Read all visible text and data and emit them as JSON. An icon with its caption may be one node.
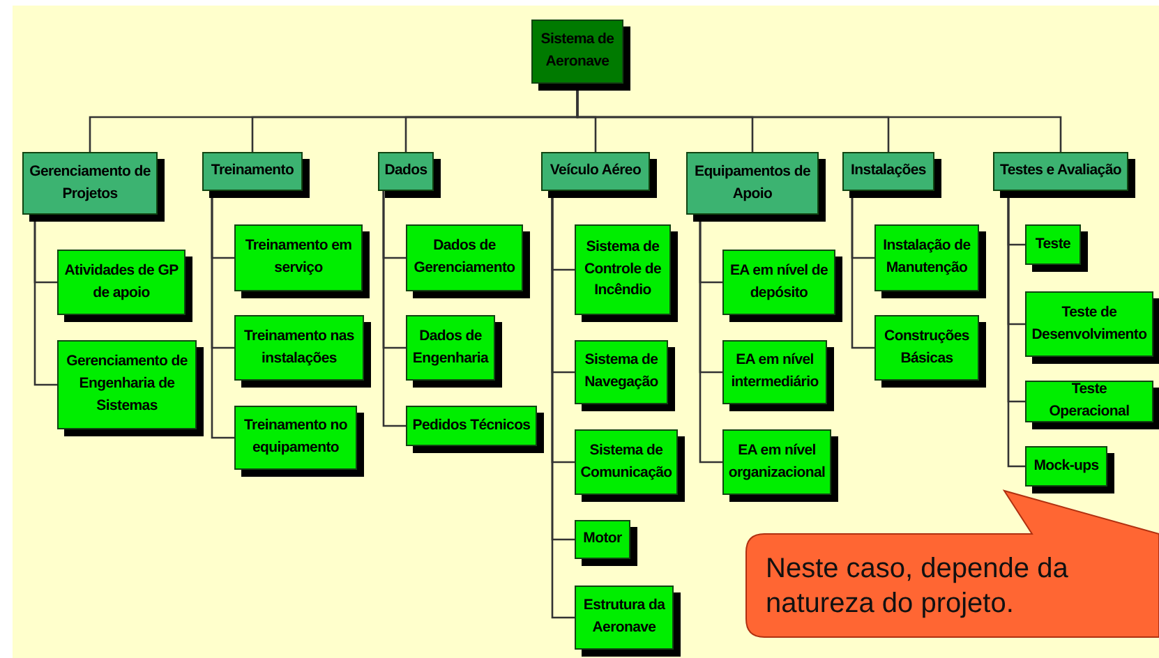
{
  "diagram": {
    "nodes": [
      {
        "text": [
          "Sistema de Aeronave"
        ]
      },
      {
        "text": [
          "Gerenciamento de Projetos"
        ]
      },
      {
        "text": [
          "Treinamento"
        ]
      },
      {
        "text": [
          "Dados"
        ]
      },
      {
        "text": [
          "Veículo Aéreo"
        ]
      },
      {
        "text": [
          "Equipamentos de Apoio"
        ]
      },
      {
        "text": [
          "Instalações"
        ]
      },
      {
        "text": [
          "Testes e Avaliação"
        ]
      },
      {
        "text": [
          "Atividades de GP de apoio"
        ]
      },
      {
        "text": [
          "Gerenciamento de Engenharia de Sistemas"
        ]
      },
      {
        "text": [
          "Treinamento em serviço"
        ]
      },
      {
        "text": [
          "Treinamento nas instalações"
        ]
      },
      {
        "text": [
          "Treinamento no equipamento"
        ]
      },
      {
        "text": [
          "Dados de Gerenciamento"
        ]
      },
      {
        "text": [
          "Dados de Engenharia"
        ]
      },
      {
        "text": [
          "Pedidos Técnicos"
        ]
      },
      {
        "text": [
          "Sistema de Controle de Incêndio"
        ]
      },
      {
        "text": [
          "Sistema de Navegação"
        ]
      },
      {
        "text": [
          "Sistema de Comunicação"
        ]
      },
      {
        "text": [
          "Motor"
        ]
      },
      {
        "text": [
          "Estrutura da Aeronave"
        ]
      },
      {
        "text": [
          "EA em nível de depósito"
        ]
      },
      {
        "text": [
          "EA em nível intermediário"
        ]
      },
      {
        "text": [
          "EA em nível organizacional"
        ]
      },
      {
        "text": [
          "Instalação de Manutenção"
        ]
      },
      {
        "text": [
          "Construções Básicas"
        ]
      },
      {
        "text": [
          "Teste"
        ]
      },
      {
        "text": [
          "Teste de Desenvolvimento"
        ]
      },
      {
        "text": [
          "Teste Operacional"
        ]
      },
      {
        "text": [
          "Mock-ups"
        ]
      },
      {
        "text": [
          "Neste caso, depende da natureza do projeto."
        ]
      }
    ],
    "edges": [
      {
        "from": 0,
        "to": 1,
        "arrow": "none"
      },
      {
        "from": 0,
        "to": 2,
        "arrow": "none"
      },
      {
        "from": 0,
        "to": 3,
        "arrow": "none"
      },
      {
        "from": 0,
        "to": 4,
        "arrow": "none"
      },
      {
        "from": 0,
        "to": 5,
        "arrow": "none"
      },
      {
        "from": 0,
        "to": 6,
        "arrow": "none"
      },
      {
        "from": 0,
        "to": 7,
        "arrow": "none"
      },
      {
        "from": 1,
        "to": 8,
        "arrow": "none"
      },
      {
        "from": 1,
        "to": 9,
        "arrow": "none"
      },
      {
        "from": 2,
        "to": 10,
        "arrow": "none"
      },
      {
        "from": 2,
        "to": 11,
        "arrow": "none"
      },
      {
        "from": 2,
        "to": 12,
        "arrow": "none"
      },
      {
        "from": 3,
        "to": 13,
        "arrow": "none"
      },
      {
        "from": 3,
        "to": 14,
        "arrow": "none"
      },
      {
        "from": 3,
        "to": 15,
        "arrow": "none"
      },
      {
        "from": 4,
        "to": 16,
        "arrow": "none"
      },
      {
        "from": 4,
        "to": 17,
        "arrow": "none"
      },
      {
        "from": 4,
        "to": 18,
        "arrow": "none"
      },
      {
        "from": 4,
        "to": 19,
        "arrow": "none"
      },
      {
        "from": 4,
        "to": 20,
        "arrow": "none"
      },
      {
        "from": 5,
        "to": 21,
        "arrow": "none"
      },
      {
        "from": 5,
        "to": 22,
        "arrow": "none"
      },
      {
        "from": 5,
        "to": 23,
        "arrow": "none"
      },
      {
        "from": 6,
        "to": 24,
        "arrow": "none"
      },
      {
        "from": 6,
        "to": 25,
        "arrow": "none"
      },
      {
        "from": 7,
        "to": 26,
        "arrow": "none"
      },
      {
        "from": 7,
        "to": 27,
        "arrow": "none"
      },
      {
        "from": 7,
        "to": 28,
        "arrow": "none"
      },
      {
        "from": 7,
        "to": 29,
        "arrow": "none"
      }
    ]
  }
}
